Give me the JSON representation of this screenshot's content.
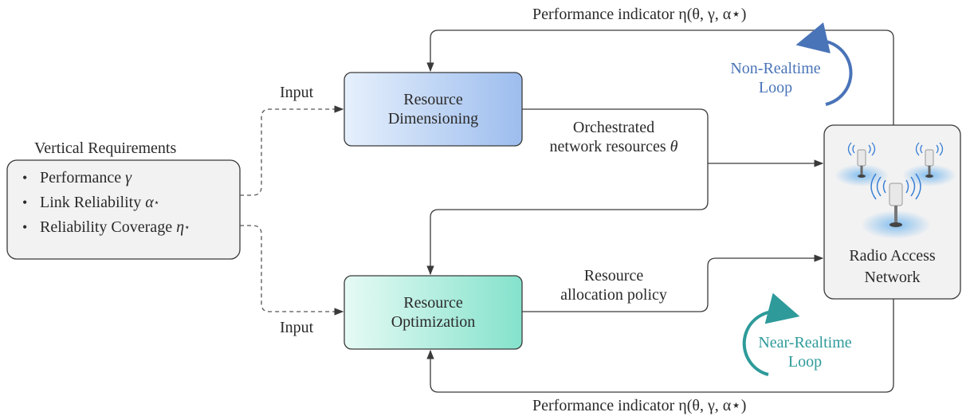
{
  "vertical_requirements": {
    "title": "Vertical Requirements",
    "items": [
      {
        "text": "Performance ",
        "symbol": "γ",
        "sup": ""
      },
      {
        "text": "Link Reliability ",
        "symbol": "α",
        "sup": "⋆"
      },
      {
        "text": "Reliability Coverage ",
        "symbol": "η",
        "sup": "⋆"
      }
    ]
  },
  "inputs": {
    "top": "Input",
    "bottom": "Input"
  },
  "resource_dimensioning": {
    "line1": "Resource",
    "line2": "Dimensioning"
  },
  "resource_optimization": {
    "line1": "Resource",
    "line2": "Optimization"
  },
  "orchestrated": {
    "line1": "Orchestrated",
    "line2_text": "network resources ",
    "line2_symbol": "θ"
  },
  "allocation": {
    "line1": "Resource",
    "line2": "allocation policy"
  },
  "ran": {
    "line1": "Radio Access",
    "line2": "Network"
  },
  "performance_indicator": {
    "top": "Performance indicator η(θ, γ, α⋆)",
    "bottom": "Performance indicator η(θ, γ, α⋆)"
  },
  "non_rt_loop": {
    "line1": "Non-Realtime",
    "line2": "Loop",
    "color": "#4a74b8"
  },
  "near_rt_loop": {
    "line1": "Near-Realtime",
    "line2": "Loop",
    "color": "#2e9a9a"
  },
  "colors": {
    "dimensioning_fill_start": "#e6f0fc",
    "dimensioning_fill_end": "#9dbdee",
    "optimization_fill_start": "#e6faf4",
    "optimization_fill_end": "#84e2cc",
    "box_grey": "#f2f2f2",
    "line": "#3a3a3a",
    "glow": "#6fb4ee"
  }
}
